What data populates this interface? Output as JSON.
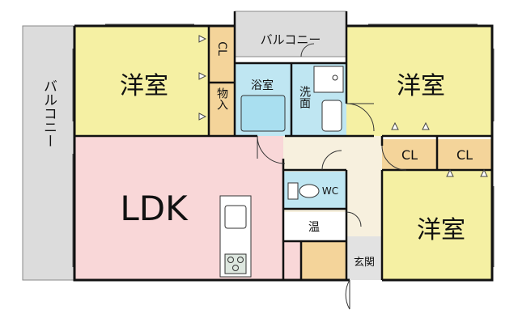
{
  "rooms": {
    "bedroom_nw": "洋室",
    "bedroom_ne": "洋室",
    "bedroom_se": "洋室",
    "ldk": "LDK",
    "bath": "浴室",
    "washroom": "洗面",
    "closet_nw": "CL",
    "storage": "物入",
    "closet_e1": "CL",
    "closet_e2": "CL",
    "wc": "WC",
    "water_heater": "温",
    "entrance": "玄関"
  },
  "balconies": {
    "top": "バルコニー",
    "left": "バルコニー"
  },
  "colors": {
    "bedroom": "#f5f0a3",
    "ldk": "#f9d7d8",
    "wet_area": "#bfe6f2",
    "closet": "#f4d49a",
    "hall": "#f7f0de",
    "balcony": "#dcdcdc",
    "wall": "#111111"
  }
}
